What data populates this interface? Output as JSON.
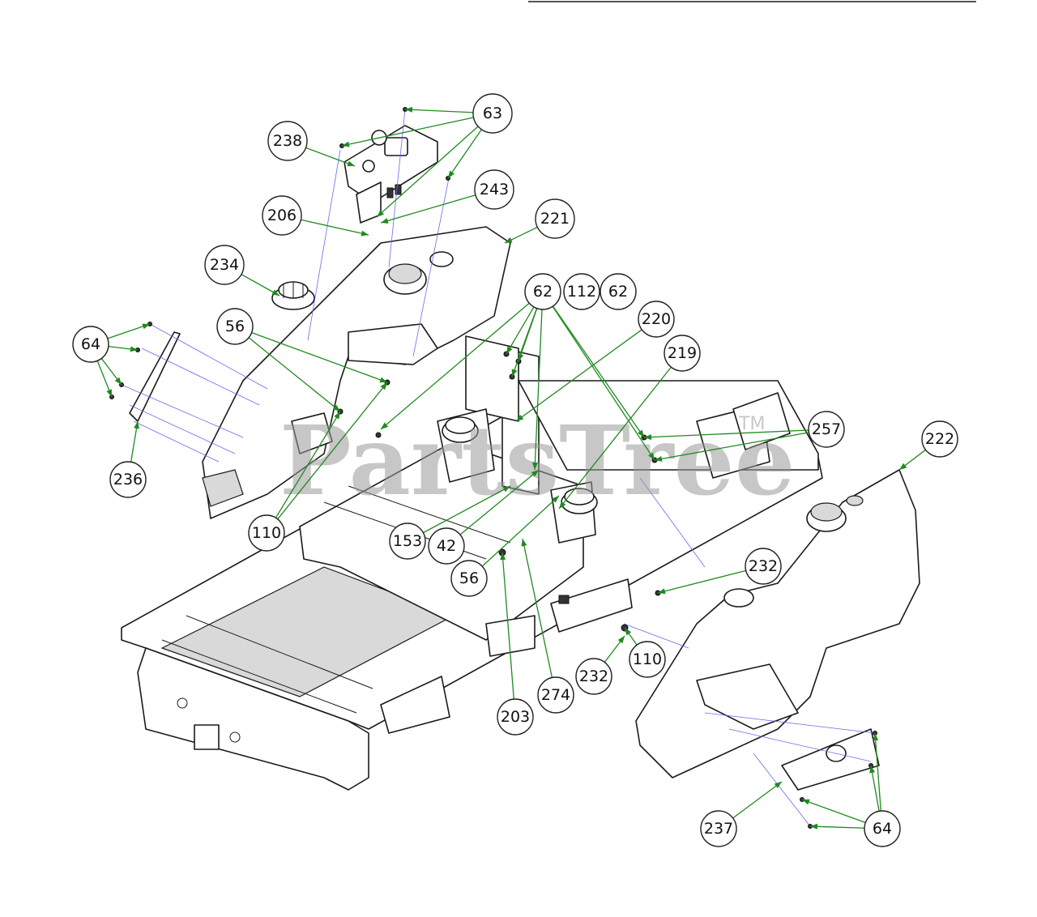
{
  "watermark": {
    "text": "PartsTree",
    "tm": "TM"
  },
  "colors": {
    "leader": "#1f8a1f",
    "outline": "#1a1a1a",
    "guide_lines": "#6a6af0"
  },
  "callouts": [
    {
      "label": "63"
    },
    {
      "label": "238"
    },
    {
      "label": "243"
    },
    {
      "label": "206"
    },
    {
      "label": "221"
    },
    {
      "label": "234"
    },
    {
      "label": "62"
    },
    {
      "label": "112"
    },
    {
      "label": "62"
    },
    {
      "label": "220"
    },
    {
      "label": "56"
    },
    {
      "label": "64"
    },
    {
      "label": "219"
    },
    {
      "label": "257"
    },
    {
      "label": "222"
    },
    {
      "label": "236"
    },
    {
      "label": "110"
    },
    {
      "label": "153"
    },
    {
      "label": "42"
    },
    {
      "label": "232"
    },
    {
      "label": "56"
    },
    {
      "label": "110"
    },
    {
      "label": "232"
    },
    {
      "label": "274"
    },
    {
      "label": "203"
    },
    {
      "label": "237"
    },
    {
      "label": "64"
    }
  ]
}
